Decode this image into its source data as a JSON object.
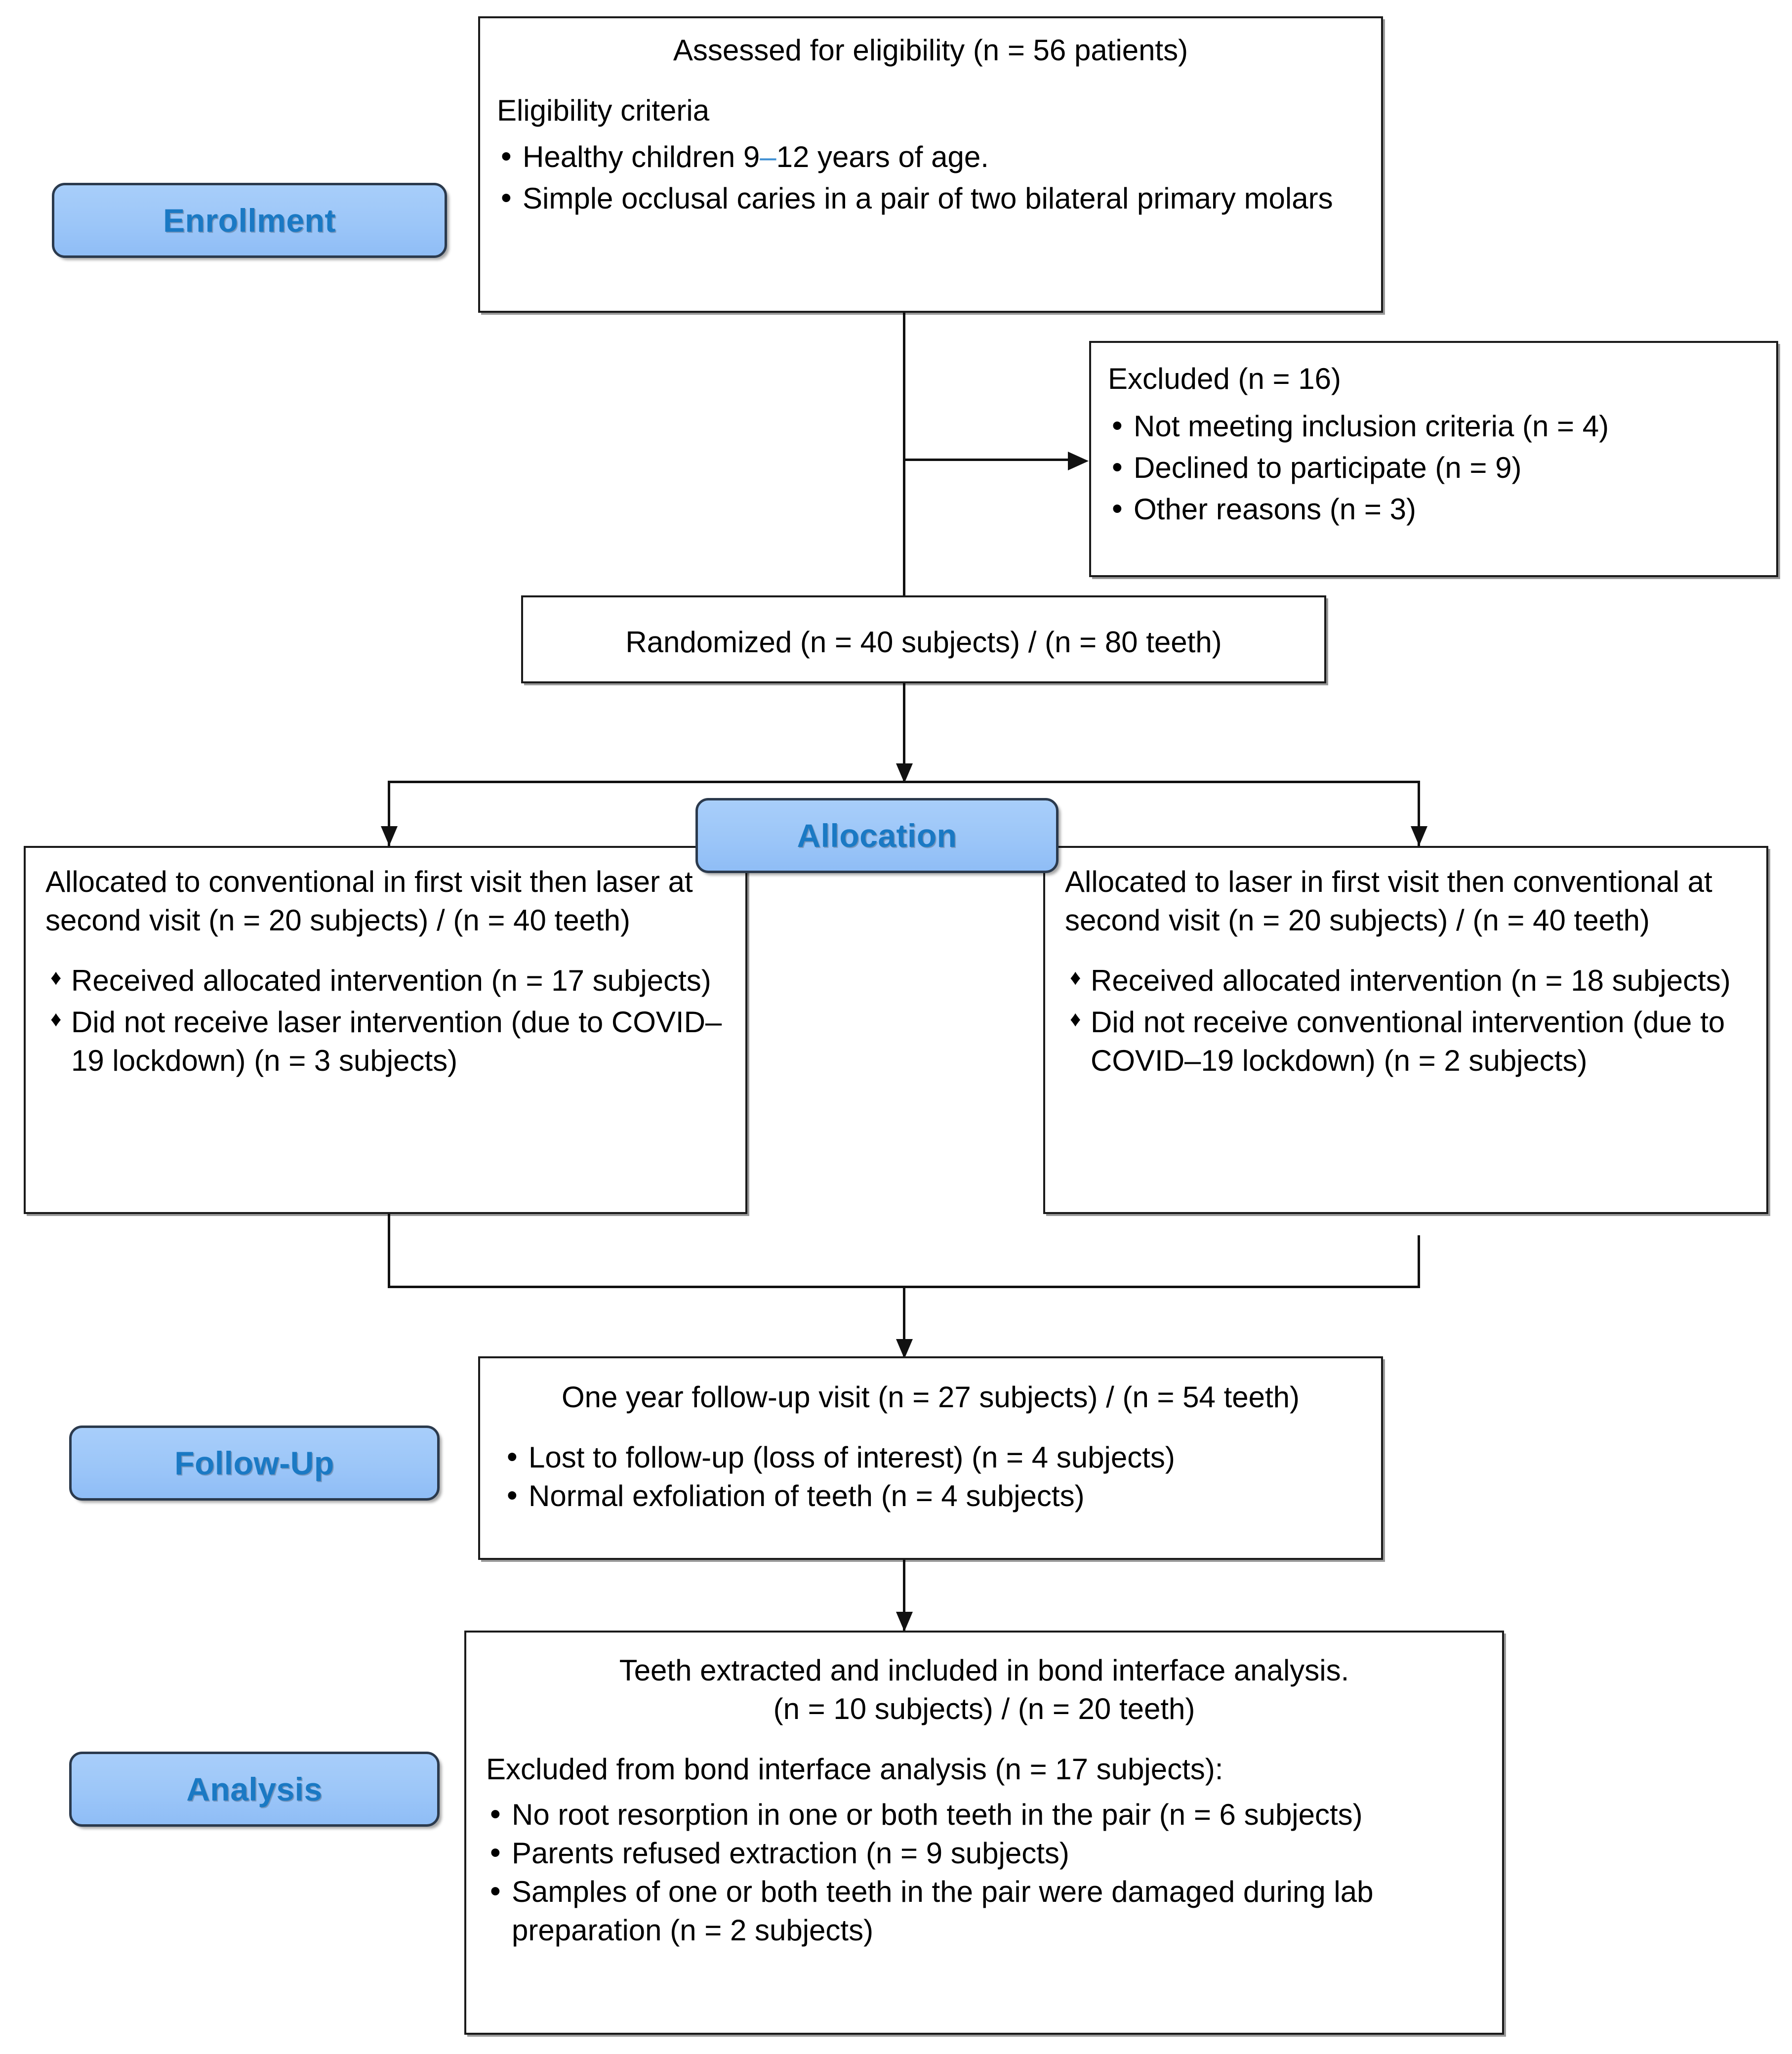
{
  "diagram": {
    "title": "CONSORT participant flow diagram",
    "accent_blue_fill": "#9cc6f8",
    "accent_blue_text": "#1a79c4",
    "border_color": "#1a1a1a"
  },
  "stages": {
    "enrollment": "Enrollment",
    "allocation": "Allocation",
    "followup": "Follow-Up",
    "analysis": "Analysis"
  },
  "eligibility": {
    "heading": "Assessed for eligibility (n = 56 patients)",
    "criteria_label": "Eligibility criteria",
    "criteria": [
      "Healthy children 9–12 years of age.",
      "Simple occlusal caries in a pair of two bilateral primary molars"
    ]
  },
  "excluded": {
    "heading": "Excluded (n = 16)",
    "reasons": [
      "Not meeting inclusion criteria (n = 4)",
      "Declined to participate (n = 9)",
      "Other reasons (n = 3)"
    ]
  },
  "randomized": {
    "heading": "Randomized (n = 40 subjects) / (n = 80 teeth)"
  },
  "allocation_left": {
    "heading": "Allocated to conventional in first visit then laser at second visit (n = 20 subjects) / (n = 40 teeth)",
    "items": [
      "Received allocated intervention (n = 17 subjects)",
      "Did not receive laser intervention (due to COVID–19 lockdown) (n = 3 subjects)"
    ]
  },
  "allocation_right": {
    "heading": "Allocated to laser in first visit then conventional at second visit (n = 20 subjects) / (n = 40 teeth)",
    "items": [
      "Received allocated intervention (n = 18 subjects)",
      "Did not receive conventional intervention (due to COVID–19 lockdown) (n = 2 subjects)"
    ]
  },
  "followup": {
    "heading": "One year follow-up visit (n = 27 subjects) / (n = 54 teeth)",
    "items": [
      "Lost to follow-up (loss of interest) (n = 4 subjects)",
      "Normal exfoliation of teeth (n = 4 subjects)"
    ]
  },
  "analysis": {
    "heading_line1": "Teeth extracted and included in bond interface analysis.",
    "heading_line2": "(n = 10 subjects) / (n = 20 teeth)",
    "excluded_label": "Excluded from bond interface analysis (n = 17 subjects):",
    "excluded_items": [
      "No root resorption in one or both teeth in the pair (n = 6 subjects)",
      "Parents refused extraction (n = 9 subjects)",
      "Samples of one or both teeth in the pair were damaged during lab preparation (n = 2 subjects)"
    ]
  }
}
